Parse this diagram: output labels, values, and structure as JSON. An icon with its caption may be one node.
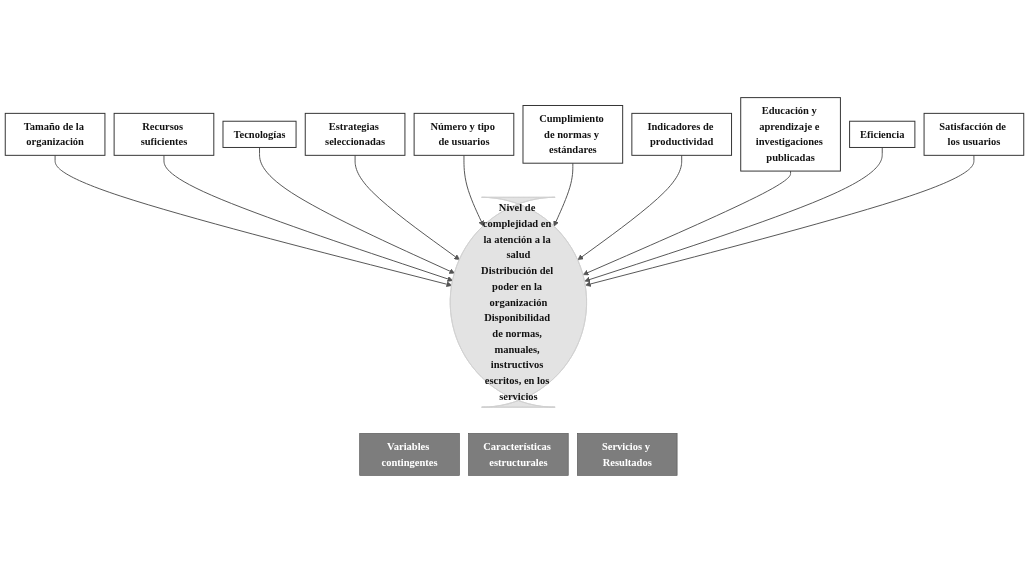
{
  "diagram": {
    "nodes": [
      {
        "text": [
          "Tamaño de la organización"
        ]
      },
      {
        "text": [
          "Recursos suficientes"
        ]
      },
      {
        "text": [
          "Tecnologías"
        ]
      },
      {
        "text": [
          "Estrategias seleccionadas"
        ]
      },
      {
        "text": [
          "Número y tipo de usuarios"
        ]
      },
      {
        "text": [
          "Nivel de complejidad en la atención a la salud",
          "Distribución del poder en la organización",
          "Disponibilidad de normas, manuales, instructivos escritos, en los servicios"
        ]
      },
      {
        "text": [
          "Cumplimiento de normas y estándares"
        ]
      },
      {
        "text": [
          "Indicadores de productividad"
        ]
      },
      {
        "text": [
          "Educación y aprendizaje e investigaciones publicadas"
        ]
      },
      {
        "text": [
          "Eficiencia"
        ]
      },
      {
        "text": [
          "Satisfacción de los usuarios"
        ]
      },
      {
        "text": [
          "Variables contingentes"
        ]
      },
      {
        "text": [
          "Características estructurales"
        ]
      },
      {
        "text": [
          "Servicios y Resultados"
        ]
      }
    ],
    "edges": [
      {
        "from": 0,
        "to": 5,
        "arrow": "to"
      },
      {
        "from": 1,
        "to": 5,
        "arrow": "to"
      },
      {
        "from": 2,
        "to": 5,
        "arrow": "to"
      },
      {
        "from": 3,
        "to": 5,
        "arrow": "to"
      },
      {
        "from": 4,
        "to": 5,
        "arrow": "to"
      },
      {
        "from": 6,
        "to": 5,
        "arrow": "to"
      },
      {
        "from": 7,
        "to": 5,
        "arrow": "to"
      },
      {
        "from": 8,
        "to": 5,
        "arrow": "to"
      },
      {
        "from": 9,
        "to": 5,
        "arrow": "to"
      },
      {
        "from": 10,
        "to": 5,
        "arrow": "to"
      }
    ]
  }
}
